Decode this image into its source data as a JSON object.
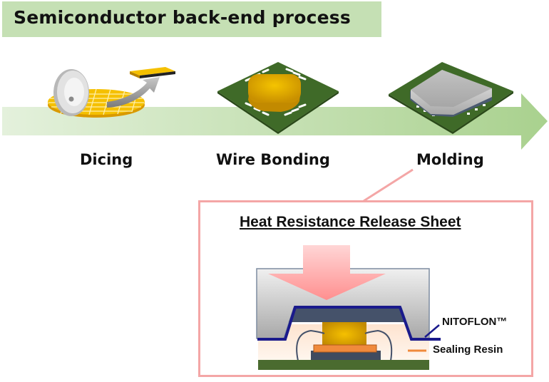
{
  "header": {
    "title": "Semiconductor back-end process"
  },
  "process": {
    "steps": [
      {
        "label": "Dicing",
        "icon": "wafer-dicing-icon"
      },
      {
        "label": "Wire Bonding",
        "icon": "wire-bonded-chip-icon"
      },
      {
        "label": "Molding",
        "icon": "molded-package-icon"
      }
    ],
    "flow_direction": "left-to-right"
  },
  "detail": {
    "title": "Heat Resistance Release Sheet",
    "callout_from": "Molding",
    "legend": [
      {
        "label": "NITOFLON™",
        "color": "#1a1a8c"
      },
      {
        "label": "Sealing Resin",
        "color": "#f08a3c"
      }
    ]
  },
  "colors": {
    "title_bg": "#c5e0b4",
    "flow_arrow": "#a9d18e",
    "callout_border": "#f4a6a6",
    "substrate": "#4a6b2f",
    "chip_gold": "#e8b000",
    "mold_gray": "#d9d9d9",
    "release_sheet": "#1a1a8c"
  }
}
